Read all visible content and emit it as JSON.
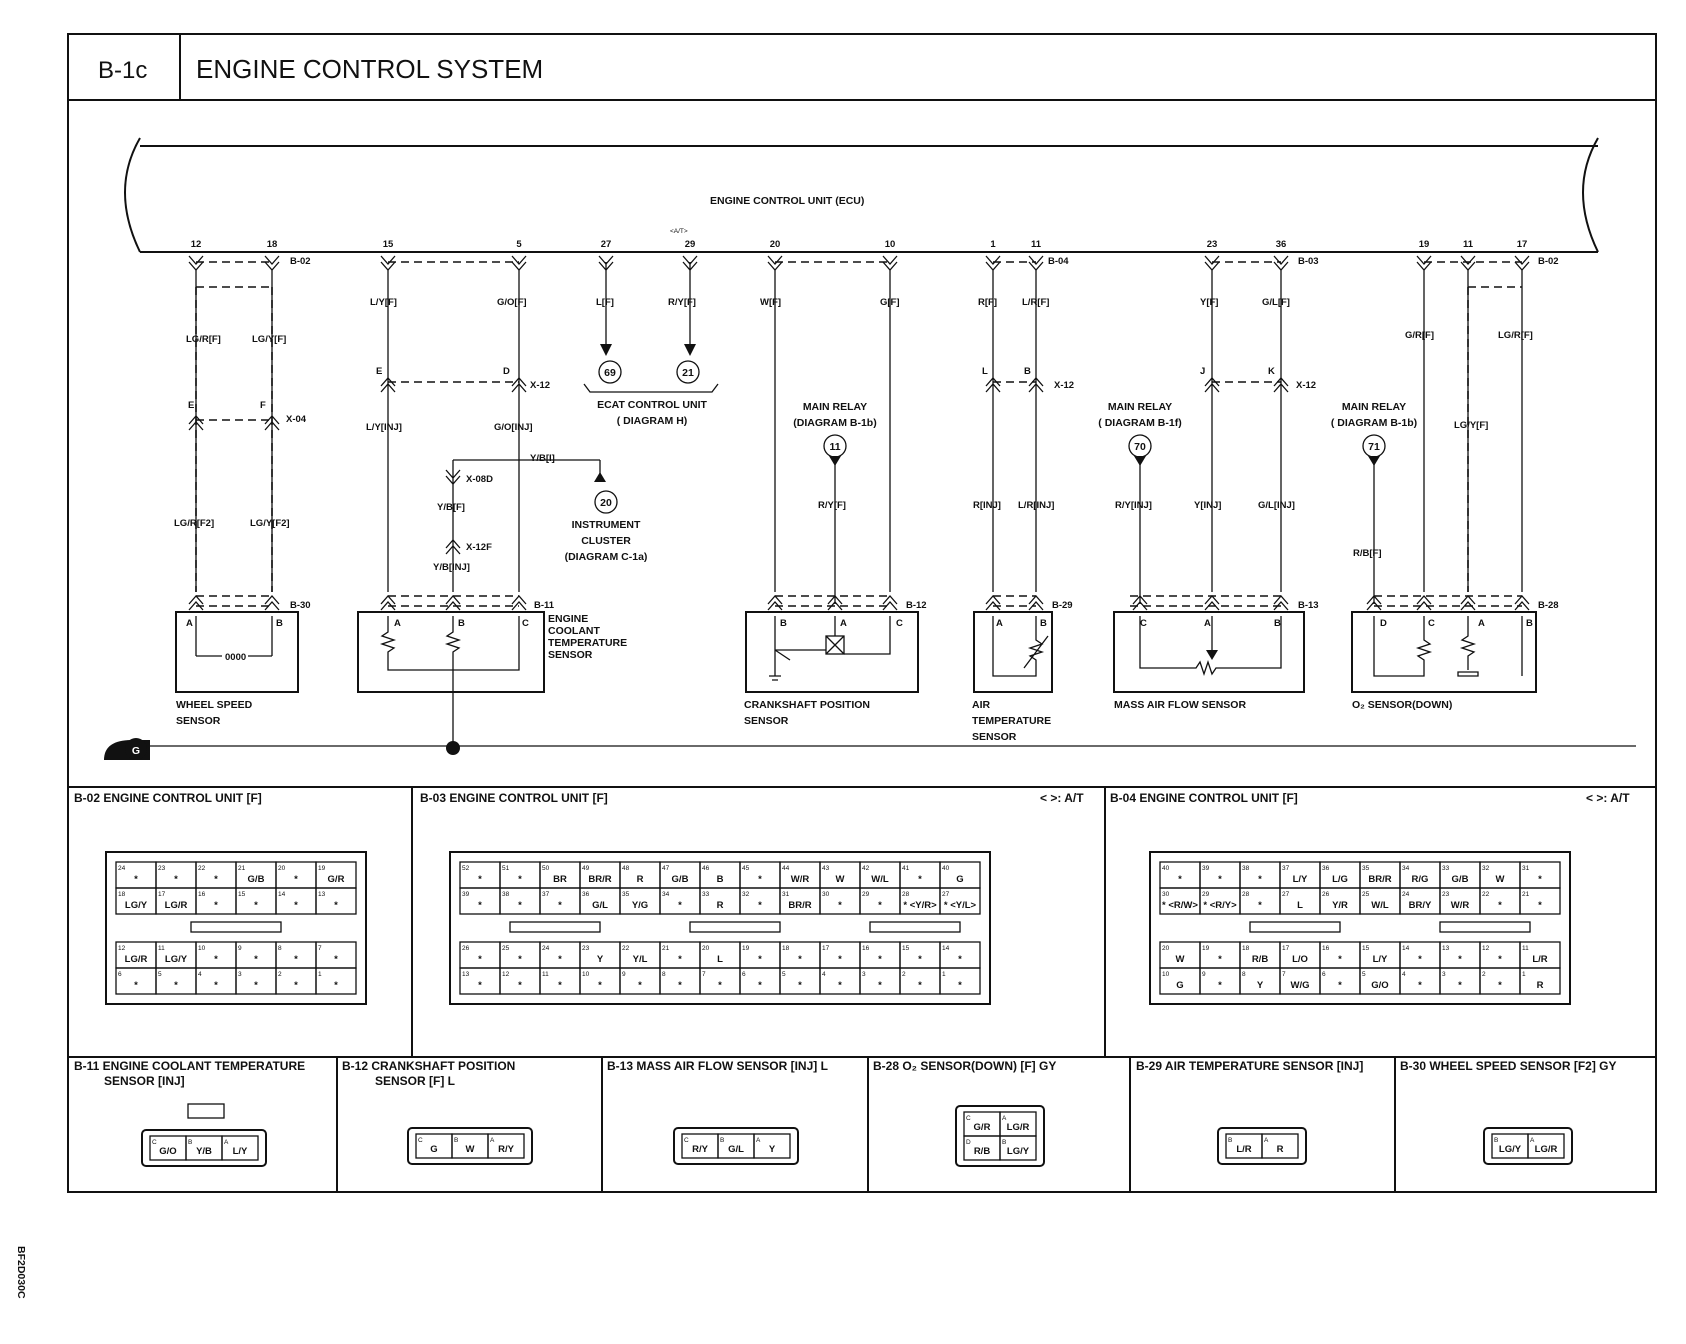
{
  "header": {
    "code": "B-1c",
    "title": "ENGINE CONTROL SYSTEM"
  },
  "ecu": {
    "label": "ENGINE CONTROL UNIT (ECU)",
    "at_mark": "<A/T>"
  },
  "pins": [
    "12",
    "18",
    "15",
    "5",
    "27",
    "29",
    "20",
    "10",
    "1",
    "11",
    "23",
    "36",
    "19",
    "11",
    "17"
  ],
  "connector_ids": {
    "b02a": "B-02",
    "b04": "B-04",
    "b03": "B-03",
    "b02b": "B-02",
    "x12a": "X-12",
    "x12b": "X-12",
    "x12c": "X-12",
    "x04": "X-04",
    "x08d": "X-08D",
    "x12f": "X-12F",
    "b30": "B-30",
    "b11": "B-11",
    "b12": "B-12",
    "b29": "B-29",
    "b13": "B-13",
    "b28": "B-28"
  },
  "wires": {
    "w1": "LG/R[F]",
    "w2": "LG/Y[F]",
    "w3": "L/Y[F]",
    "w4": "G/O[F]",
    "w5": "L[F]",
    "w6": "R/Y[F]",
    "w7": "W[F]",
    "w8": "G[F]",
    "w9": "R[F]",
    "w10": "L/R[F]",
    "w11": "Y[F]",
    "w12": "G/L[F]",
    "w13": "G/R[F]",
    "w14": "LG/R[F]",
    "w15": "LG/R[F2]",
    "w16": "LG/Y[F2]",
    "w17": "L/Y[INJ]",
    "w18": "G/O[INJ]",
    "w19": "Y/B[I]",
    "w20": "Y/B[F]",
    "w21": "Y/B[INJ]",
    "w22": "R/Y[F]",
    "w23": "R[INJ]",
    "w24": "L/R[INJ]",
    "w25": "R/Y[INJ]",
    "w26": "Y[INJ]",
    "w27": "G/L[INJ]",
    "w28": "LG/Y[F]",
    "w29": "R/B[F]"
  },
  "pin_letters": {
    "e": "E",
    "f": "F",
    "e2": "E",
    "d": "D",
    "l": "L",
    "b": "B",
    "j": "J",
    "k": "K"
  },
  "refs": {
    "ecat": {
      "n1": "69",
      "n2": "21",
      "label": "ECAT CONTROL UNIT",
      "sub": "( DIAGRAM H)"
    },
    "cluster": {
      "n": "20",
      "l1": "INSTRUMENT",
      "l2": "CLUSTER",
      "l3": "(DIAGRAM C-1a)"
    },
    "relay1": {
      "n": "11",
      "l1": "MAIN RELAY",
      "l2": "(DIAGRAM B-1b)"
    },
    "relay2": {
      "n": "70",
      "l1": "MAIN RELAY",
      "l2": "( DIAGRAM B-1f)"
    },
    "relay3": {
      "n": "71",
      "l1": "MAIN RELAY",
      "l2": "( DIAGRAM B-1b)"
    },
    "ground": "G"
  },
  "components": {
    "wheel": {
      "l1": "WHEEL SPEED",
      "l2": "SENSOR",
      "pa": "A",
      "pb": "B",
      "coil": "0000"
    },
    "coolant": {
      "l1": "ENGINE",
      "l2": "COOLANT",
      "l3": "TEMPERATURE",
      "l4": "SENSOR",
      "pa": "A",
      "pb": "B",
      "pc": "C"
    },
    "crank": {
      "l1": "CRANKSHAFT POSITION",
      "l2": "SENSOR",
      "pa": "B",
      "pb": "A",
      "pc": "C"
    },
    "air": {
      "l1": "AIR",
      "l2": "TEMPERATURE",
      "l3": "SENSOR",
      "pa": "A",
      "pb": "B"
    },
    "maf": {
      "l1": "MASS AIR FLOW SENSOR",
      "pa": "C",
      "pb": "A",
      "pc": "B"
    },
    "o2": {
      "l1": "O₂ SENSOR(DOWN)",
      "pa": "D",
      "pb": "C",
      "pc": "A",
      "pd": "B"
    }
  },
  "panels": {
    "b02": {
      "title": "B-02 ENGINE CONTROL UNIT [F]"
    },
    "b03": {
      "title": "B-03 ENGINE CONTROL UNIT [F]",
      "note": "< >: A/T"
    },
    "b04": {
      "title": "B-04 ENGINE CONTROL UNIT [F]",
      "note": "< >: A/T"
    },
    "b11": {
      "l1": "B-11 ENGINE COOLANT TEMPERATURE",
      "l2": "SENSOR [INJ]"
    },
    "b12": {
      "l1": "B-12 CRANKSHAFT POSITION",
      "l2": "SENSOR [F] L"
    },
    "b13": {
      "l1": "B-13 MASS AIR FLOW SENSOR [INJ] L"
    },
    "b28": {
      "l1": "B-28 O₂ SENSOR(DOWN) [F] GY"
    },
    "b29": {
      "l1": "B-29 AIR TEMPERATURE SENSOR [INJ]"
    },
    "b30": {
      "l1": "B-30 WHEEL SPEED SENSOR [F2] GY"
    }
  },
  "b02_rows": [
    [
      [
        "24",
        "*"
      ],
      [
        "23",
        "*"
      ],
      [
        "22",
        "*"
      ],
      [
        "21",
        "G/B"
      ],
      [
        "20",
        "*"
      ],
      [
        "19",
        "G/R"
      ]
    ],
    [
      [
        "18",
        "LG/Y"
      ],
      [
        "17",
        "LG/R"
      ],
      [
        "16",
        "*"
      ],
      [
        "15",
        "*"
      ],
      [
        "14",
        "*"
      ],
      [
        "13",
        "*"
      ]
    ],
    [
      [
        "12",
        "LG/R"
      ],
      [
        "11",
        "LG/Y"
      ],
      [
        "10",
        "*"
      ],
      [
        "9",
        "*"
      ],
      [
        "8",
        "*"
      ],
      [
        "7",
        "*"
      ]
    ],
    [
      [
        "6",
        "*"
      ],
      [
        "5",
        "*"
      ],
      [
        "4",
        "*"
      ],
      [
        "3",
        "*"
      ],
      [
        "2",
        "*"
      ],
      [
        "1",
        "*"
      ]
    ]
  ],
  "b03_rows": [
    [
      [
        "52",
        "*"
      ],
      [
        "51",
        "*"
      ],
      [
        "50",
        "BR"
      ],
      [
        "49",
        "BR/R"
      ],
      [
        "48",
        "R"
      ],
      [
        "47",
        "G/B"
      ],
      [
        "46",
        "B"
      ],
      [
        "45",
        "*"
      ],
      [
        "44",
        "W/R"
      ],
      [
        "43",
        "W"
      ],
      [
        "42",
        "W/L"
      ],
      [
        "41",
        "*"
      ],
      [
        "40",
        "G"
      ]
    ],
    [
      [
        "39",
        "*"
      ],
      [
        "38",
        "*"
      ],
      [
        "37",
        "*"
      ],
      [
        "36",
        "G/L"
      ],
      [
        "35",
        "Y/G"
      ],
      [
        "34",
        "*"
      ],
      [
        "33",
        "R"
      ],
      [
        "32",
        "*"
      ],
      [
        "31",
        "BR/R"
      ],
      [
        "30",
        "*"
      ],
      [
        "29",
        "*"
      ],
      [
        "28",
        "* <Y/R>"
      ],
      [
        "27",
        "* <Y/L>"
      ]
    ],
    [
      [
        "26",
        "*"
      ],
      [
        "25",
        "*"
      ],
      [
        "24",
        "*"
      ],
      [
        "23",
        "Y"
      ],
      [
        "22",
        "Y/L"
      ],
      [
        "21",
        "*"
      ],
      [
        "20",
        "L"
      ],
      [
        "19",
        "*"
      ],
      [
        "18",
        "*"
      ],
      [
        "17",
        "*"
      ],
      [
        "16",
        "*"
      ],
      [
        "15",
        "*"
      ],
      [
        "14",
        "*"
      ]
    ],
    [
      [
        "13",
        "*"
      ],
      [
        "12",
        "*"
      ],
      [
        "11",
        "*"
      ],
      [
        "10",
        "*"
      ],
      [
        "9",
        "*"
      ],
      [
        "8",
        "*"
      ],
      [
        "7",
        "*"
      ],
      [
        "6",
        "*"
      ],
      [
        "5",
        "*"
      ],
      [
        "4",
        "*"
      ],
      [
        "3",
        "*"
      ],
      [
        "2",
        "*"
      ],
      [
        "1",
        "*"
      ]
    ]
  ],
  "b04_rows": [
    [
      [
        "40",
        "*"
      ],
      [
        "39",
        "*"
      ],
      [
        "38",
        "*"
      ],
      [
        "37",
        "L/Y"
      ],
      [
        "36",
        "L/G"
      ],
      [
        "35",
        "BR/R"
      ],
      [
        "34",
        "R/G"
      ],
      [
        "33",
        "G/B"
      ],
      [
        "32",
        "W"
      ],
      [
        "31",
        "*"
      ]
    ],
    [
      [
        "30",
        "* <R/W>"
      ],
      [
        "29",
        "* <R/Y>"
      ],
      [
        "28",
        "*"
      ],
      [
        "27",
        "L"
      ],
      [
        "26",
        "Y/R"
      ],
      [
        "25",
        "W/L"
      ],
      [
        "24",
        "BR/Y"
      ],
      [
        "23",
        "W/R"
      ],
      [
        "22",
        "*"
      ],
      [
        "21",
        "*"
      ]
    ],
    [
      [
        "20",
        "W"
      ],
      [
        "19",
        "*"
      ],
      [
        "18",
        "R/B"
      ],
      [
        "17",
        "L/O"
      ],
      [
        "16",
        "*"
      ],
      [
        "15",
        "L/Y"
      ],
      [
        "14",
        "*"
      ],
      [
        "13",
        "*"
      ],
      [
        "12",
        "*"
      ],
      [
        "11",
        "L/R"
      ]
    ],
    [
      [
        "10",
        "G"
      ],
      [
        "9",
        "*"
      ],
      [
        "8",
        "Y"
      ],
      [
        "7",
        "W/G"
      ],
      [
        "6",
        "*"
      ],
      [
        "5",
        "G/O"
      ],
      [
        "4",
        "*"
      ],
      [
        "3",
        "*"
      ],
      [
        "2",
        "*"
      ],
      [
        "1",
        "R"
      ]
    ]
  ],
  "small": {
    "b11": [
      [
        "C",
        "G/O"
      ],
      [
        "B",
        "Y/B"
      ],
      [
        "A",
        "L/Y"
      ]
    ],
    "b12": [
      [
        "C",
        "G"
      ],
      [
        "B",
        "W"
      ],
      [
        "A",
        "R/Y"
      ]
    ],
    "b13": [
      [
        "C",
        "R/Y"
      ],
      [
        "B",
        "G/L"
      ],
      [
        "A",
        "Y"
      ]
    ],
    "b28": [
      [
        "C",
        "G/R"
      ],
      [
        "A",
        "LG/R"
      ],
      [
        "D",
        "R/B"
      ],
      [
        "B",
        "LG/Y"
      ]
    ],
    "b29": [
      [
        "B",
        "L/R"
      ],
      [
        "A",
        "R"
      ]
    ],
    "b30": [
      [
        "B",
        "LG/Y"
      ],
      [
        "A",
        "LG/R"
      ]
    ]
  },
  "side_code": "BF2D030C"
}
